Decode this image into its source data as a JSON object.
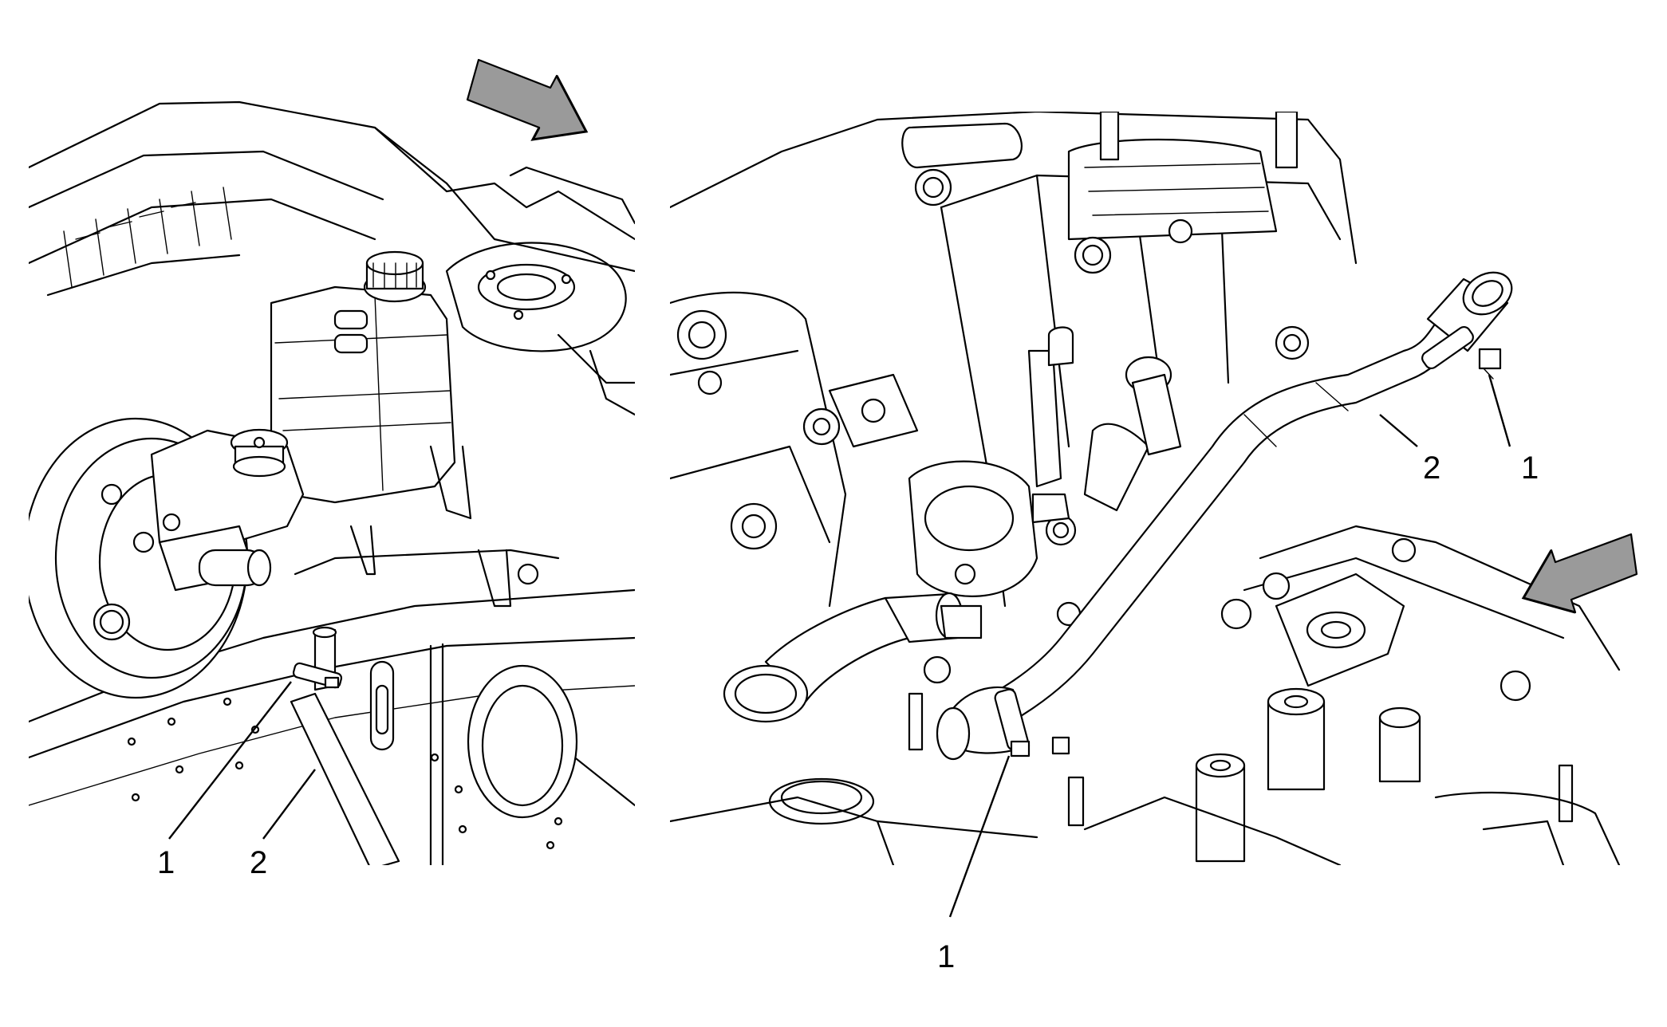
{
  "left_panel": {
    "callouts": [
      {
        "id": "c1",
        "label": "1"
      },
      {
        "id": "c2",
        "label": "2"
      }
    ]
  },
  "right_panel": {
    "callouts": [
      {
        "id": "c1-top",
        "label": "1"
      },
      {
        "id": "c2-top",
        "label": "2"
      },
      {
        "id": "c1-bottom",
        "label": "1"
      }
    ]
  },
  "icons": {
    "left_arrow": "direction-arrow-icon",
    "right_arrow": "direction-arrow-icon"
  },
  "colors": {
    "line": "#000000",
    "background": "#ffffff",
    "arrow_fill": "#9a9a9a"
  }
}
